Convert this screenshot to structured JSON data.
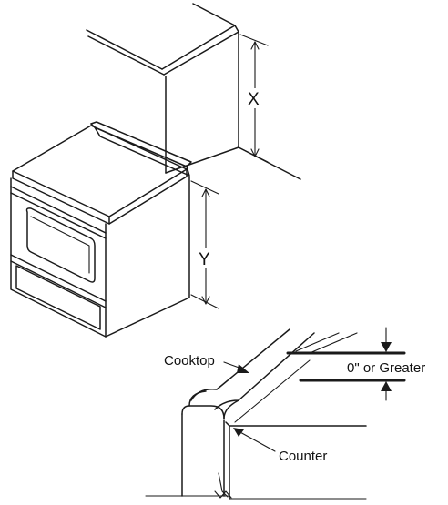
{
  "labels": {
    "x": "X",
    "y": "Y",
    "cooktop": "Cooktop",
    "gap": "0\" or Greater",
    "counter": "Counter"
  },
  "colors": {
    "line": "#1a1a1a",
    "background": "#ffffff"
  }
}
